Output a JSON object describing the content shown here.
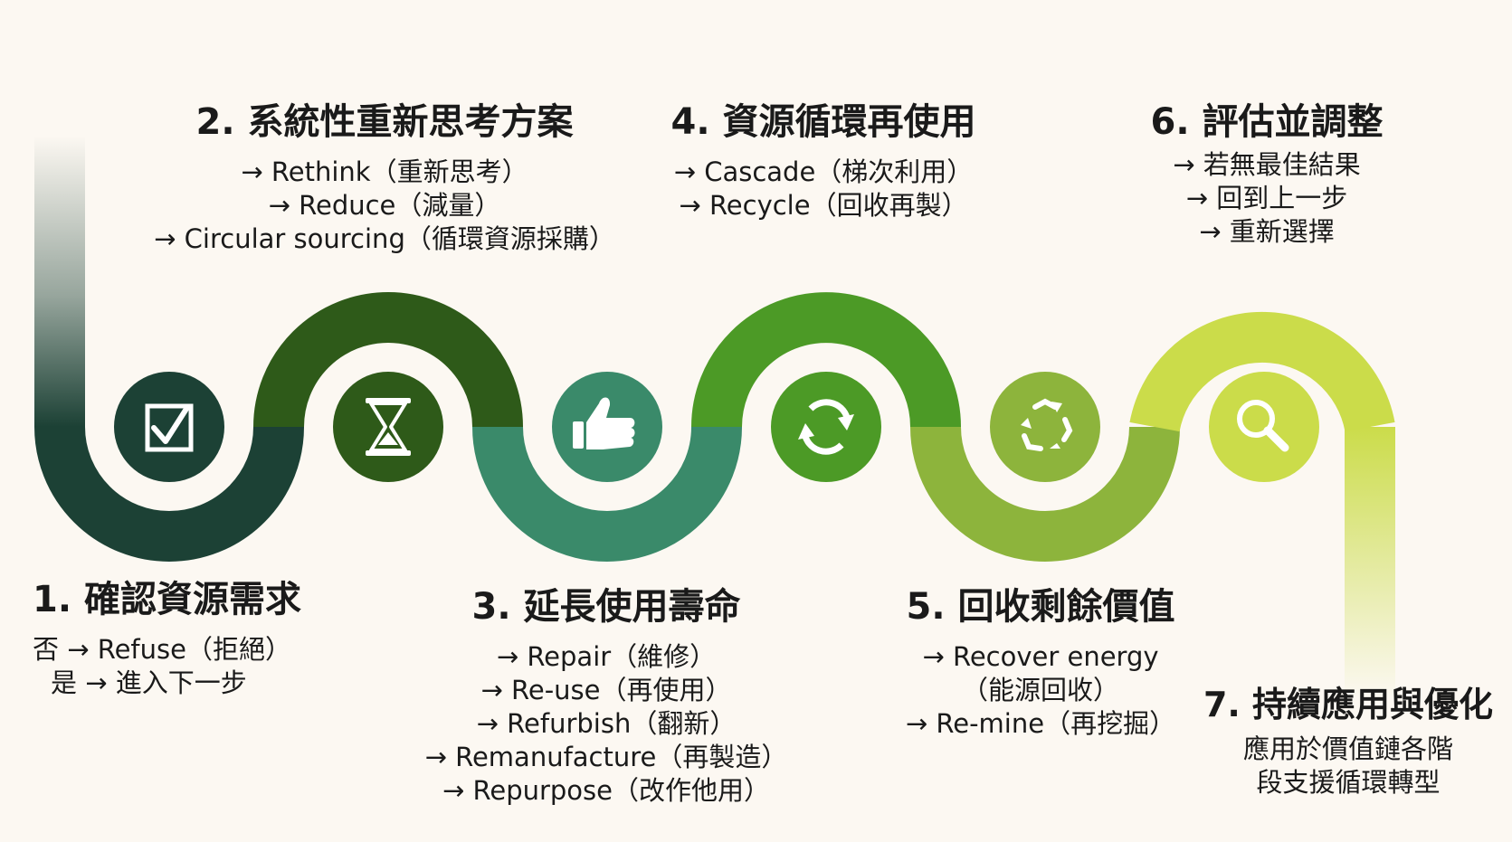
{
  "steps": [
    {
      "title": "1. 確認資源需求",
      "lines": [
        "否 → Refuse（拒絕）",
        "是 → 進入下一步"
      ],
      "icon": "checkbox-icon",
      "color": "#1c4135"
    },
    {
      "title": "2. 系統性重新思考方案",
      "lines": [
        "→ Rethink（重新思考）",
        "→ Reduce（減量）",
        "→ Circular sourcing（循環資源採購）"
      ],
      "icon": "hourglass-icon",
      "color": "#2e5a19"
    },
    {
      "title": "3. 延長使用壽命",
      "lines": [
        "→ Repair（維修）",
        "→ Re-use（再使用）",
        "→ Refurbish（翻新）",
        "→ Remanufacture（再製造）",
        "→ Repurpose（改作他用）"
      ],
      "icon": "thumbs-up-icon",
      "color": "#3a8a6a"
    },
    {
      "title": "4. 資源循環再使用",
      "lines": [
        "→ Cascade（梯次利用）",
        "→ Recycle（回收再製）"
      ],
      "icon": "refresh-icon",
      "color": "#4c9a26"
    },
    {
      "title": "5. 回收剩餘價值",
      "lines": [
        "→ Recover energy",
        "（能源回收）",
        "→ Re-mine（再挖掘）"
      ],
      "icon": "recycle-icon",
      "color": "#8db43c"
    },
    {
      "title": "6. 評估並調整",
      "lines": [
        "→ 若無最佳結果",
        "→ 回到上一步",
        "→ 重新選擇"
      ],
      "icon": "magnifier-icon",
      "color": "#cbdc4a"
    },
    {
      "title": "7. 持續應用與優化",
      "lines": [
        "應用於價值鏈各階",
        "段支援循環轉型"
      ],
      "icon": "",
      "color": "#dfe88a"
    }
  ]
}
